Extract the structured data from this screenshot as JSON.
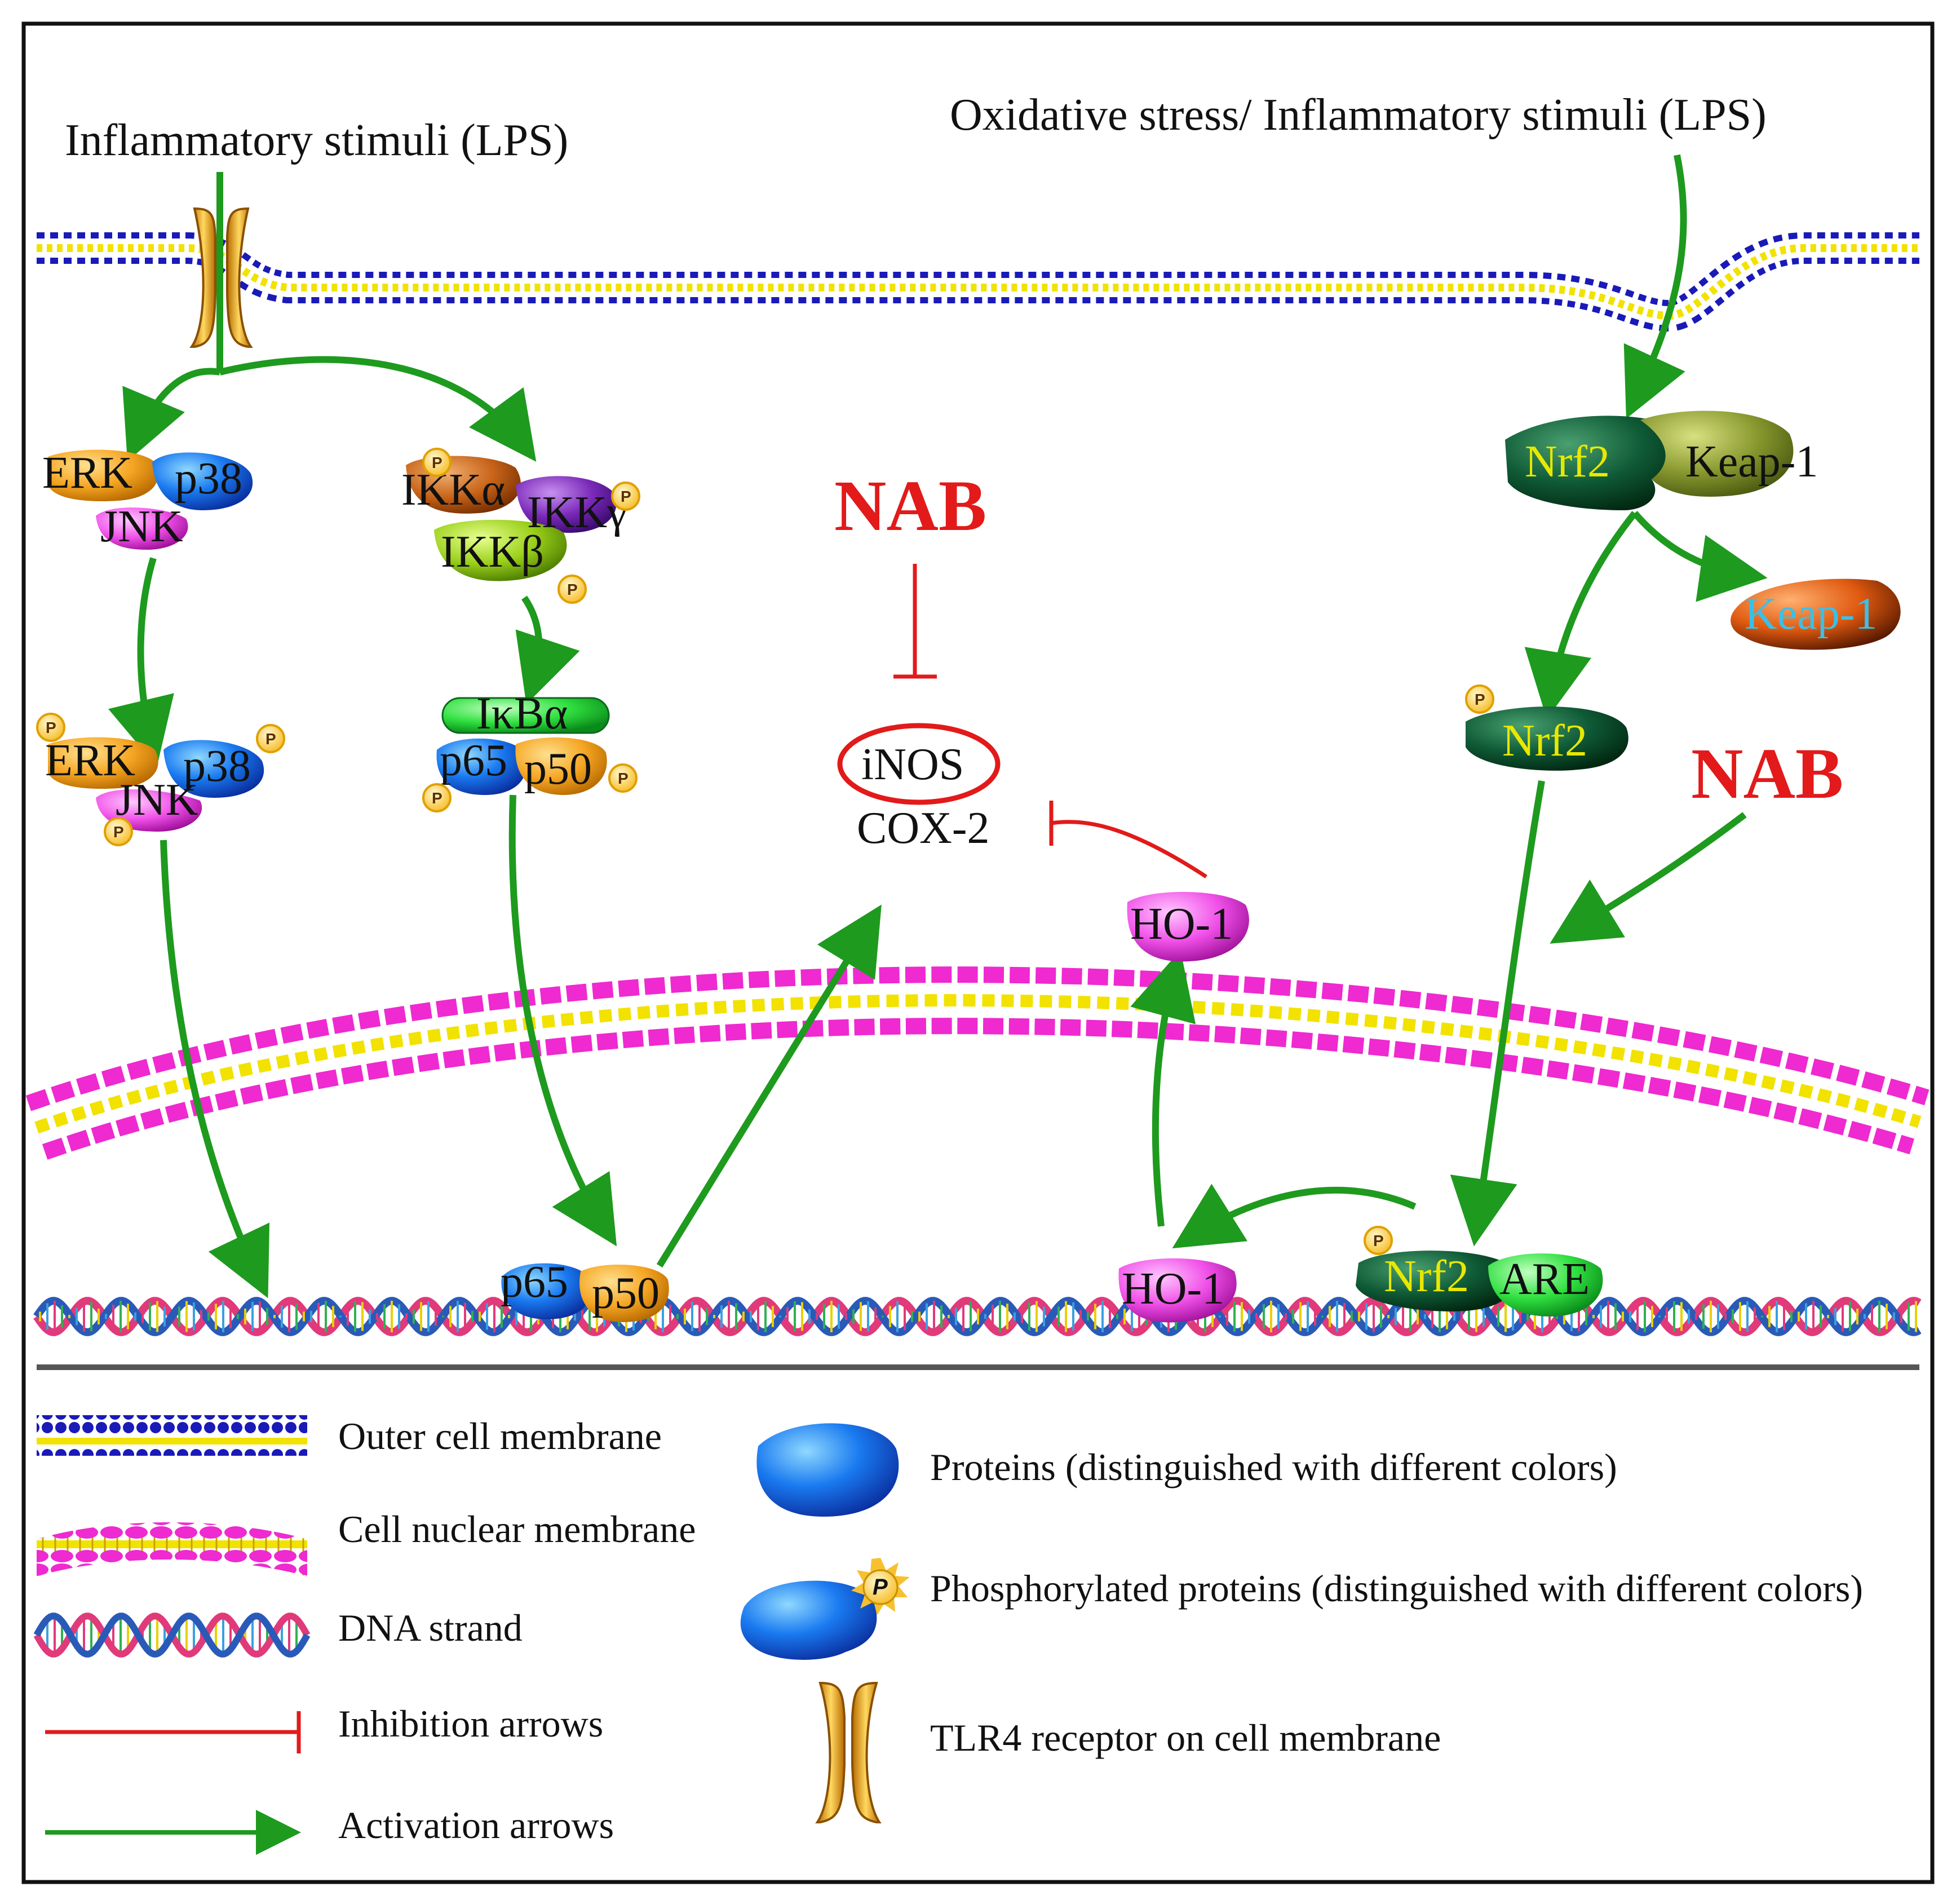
{
  "stimulus_left": "Inflammatory stimuli (LPS)",
  "stimulus_right": "Oxidative stress/ Inflammatory stimuli (LPS)",
  "mapk": {
    "erk": "ERK",
    "p38": "p38",
    "jnk": "JNK"
  },
  "ikk": {
    "alpha": "IKKα",
    "gamma": "IKKγ",
    "beta": "IKKβ"
  },
  "nfkb": {
    "ikba": "IκBα",
    "p65": "p65",
    "p50": "p50"
  },
  "center": {
    "nab": "NAB",
    "inos": "iNOS",
    "cox2": "COX-2",
    "ho1": "HO-1"
  },
  "nrf2_path": {
    "nrf2": "Nrf2",
    "keap1": "Keap-1",
    "nab": "NAB",
    "are": "ARE",
    "ho1_dna": "HO-1"
  },
  "phospho_mark": "P",
  "legend": {
    "outer_membrane": "Outer cell membrane",
    "nuclear_membrane": "Cell nuclear membrane",
    "dna": "DNA strand",
    "inhibition": "Inhibition  arrows",
    "activation": "Activation arrows",
    "proteins": "Proteins (distinguished  with different colors)",
    "phospho_proteins": "Phosphorylated proteins (distinguished  with different colors)",
    "tlr4": "TLR4 receptor on cell membrane"
  },
  "colors": {
    "activation": "#1e9a1e",
    "inhibition": "#e21a1a",
    "outer_membrane": "#1a1ab8",
    "nuclear_membrane": "#ee2ad0",
    "lipid_tail": "#f2e200",
    "protein_blue": "#1a64e8"
  }
}
